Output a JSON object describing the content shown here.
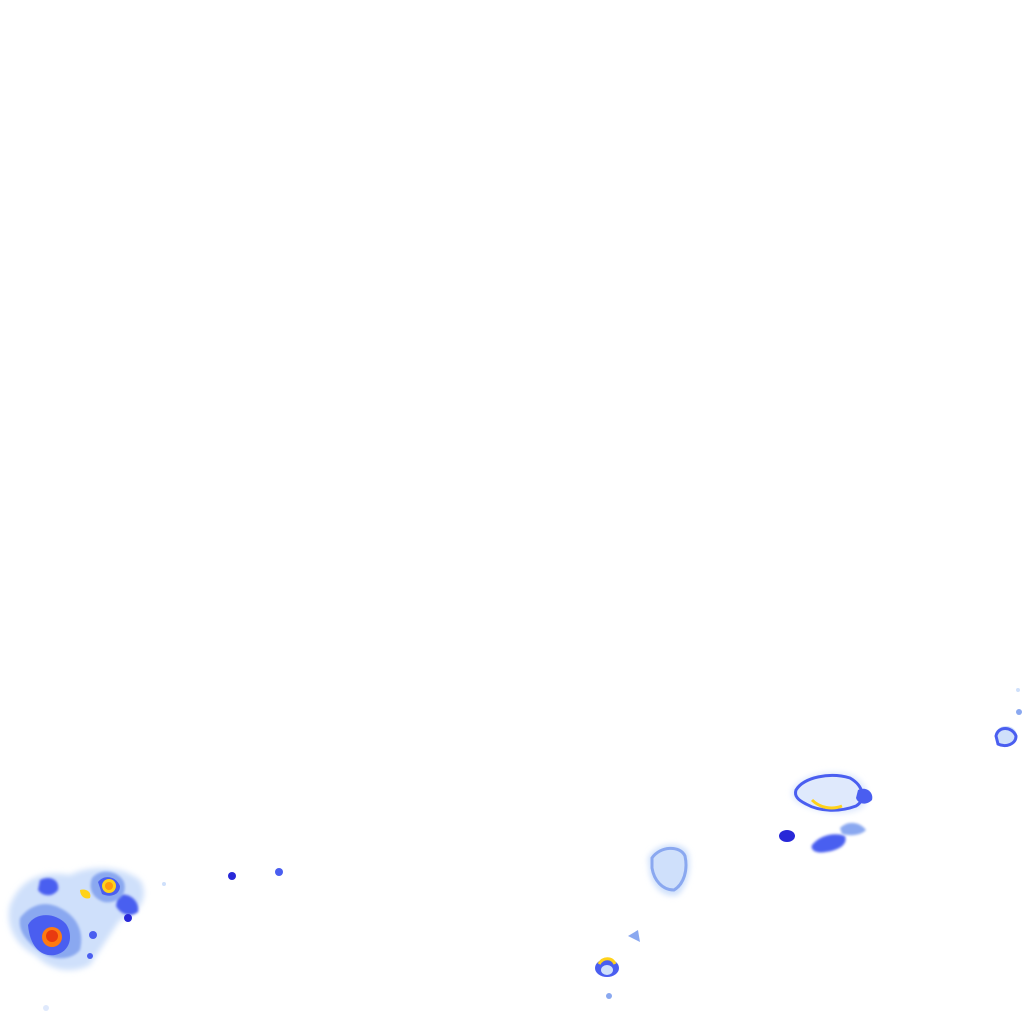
{
  "map": {
    "type": "precipitation-radar-tile",
    "background_color": "#ffffff",
    "palette": {
      "very_light": "#cfe0fb",
      "light": "#8aa8f0",
      "moderate": "#4a5ef0",
      "heavy": "#2828d8",
      "yellow": "#ffd21a",
      "orange": "#ff7a10",
      "red": "#e83a10"
    },
    "cells": [
      {
        "name": "echo-cluster-southwest",
        "intensity": "red"
      },
      {
        "name": "echo-cell-southwest-secondary",
        "intensity": "orange"
      },
      {
        "name": "echo-speck-center-left-1",
        "intensity": "heavy"
      },
      {
        "name": "echo-speck-center-left-2",
        "intensity": "heavy"
      },
      {
        "name": "echo-cell-south-center",
        "intensity": "light"
      },
      {
        "name": "echo-cell-south-small",
        "intensity": "yellow"
      },
      {
        "name": "echo-cluster-southeast",
        "intensity": "yellow"
      },
      {
        "name": "echo-cell-southeast-band",
        "intensity": "heavy"
      },
      {
        "name": "echo-cell-east-edge",
        "intensity": "heavy"
      }
    ]
  }
}
